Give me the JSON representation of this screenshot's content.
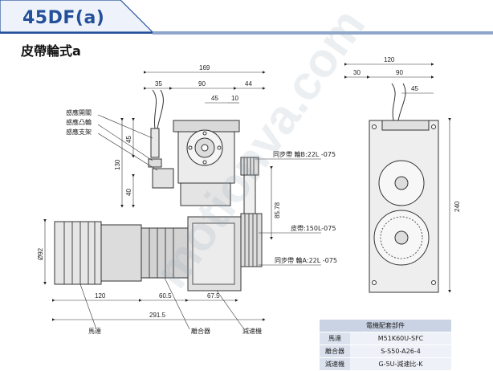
{
  "header": {
    "model": "45DF(a)",
    "subtitle": "皮帶輪式a"
  },
  "watermark": "motionva.com",
  "dimensions": {
    "overall_width": "169",
    "left_offset": "35",
    "center_width": "90",
    "right_offset": "44",
    "inner_45": "45",
    "inner_10": "10",
    "side_width": "120",
    "side_30": "30",
    "side_90": "90",
    "side_45": "45",
    "side_height": "240",
    "v45": "45",
    "v130": "130",
    "v40": "40",
    "v85": "85.78",
    "diam": "Ø92",
    "b120": "120",
    "b60": "60.5",
    "b67": "67.5",
    "b_total": "291.5"
  },
  "callouts": {
    "sensor_switch": "感應開關",
    "sensor_cam": "感應凸輪",
    "sensor_bracket": "感應支架",
    "pulley_b": "同步帶 輪B:22L -075",
    "belt": "皮帶:150L-075",
    "pulley_a": "同步帶 輪A:22L -075",
    "motor": "馬達",
    "clutch": "離合器",
    "reducer": "減速機"
  },
  "parts_table": {
    "title": "電機配套部件",
    "rows": [
      {
        "name": "馬達",
        "value": "M51K60U-SFC"
      },
      {
        "name": "離合器",
        "value": "S-S50-A26-4"
      },
      {
        "name": "減速機",
        "value": "G-5U-減速比-K"
      }
    ]
  }
}
